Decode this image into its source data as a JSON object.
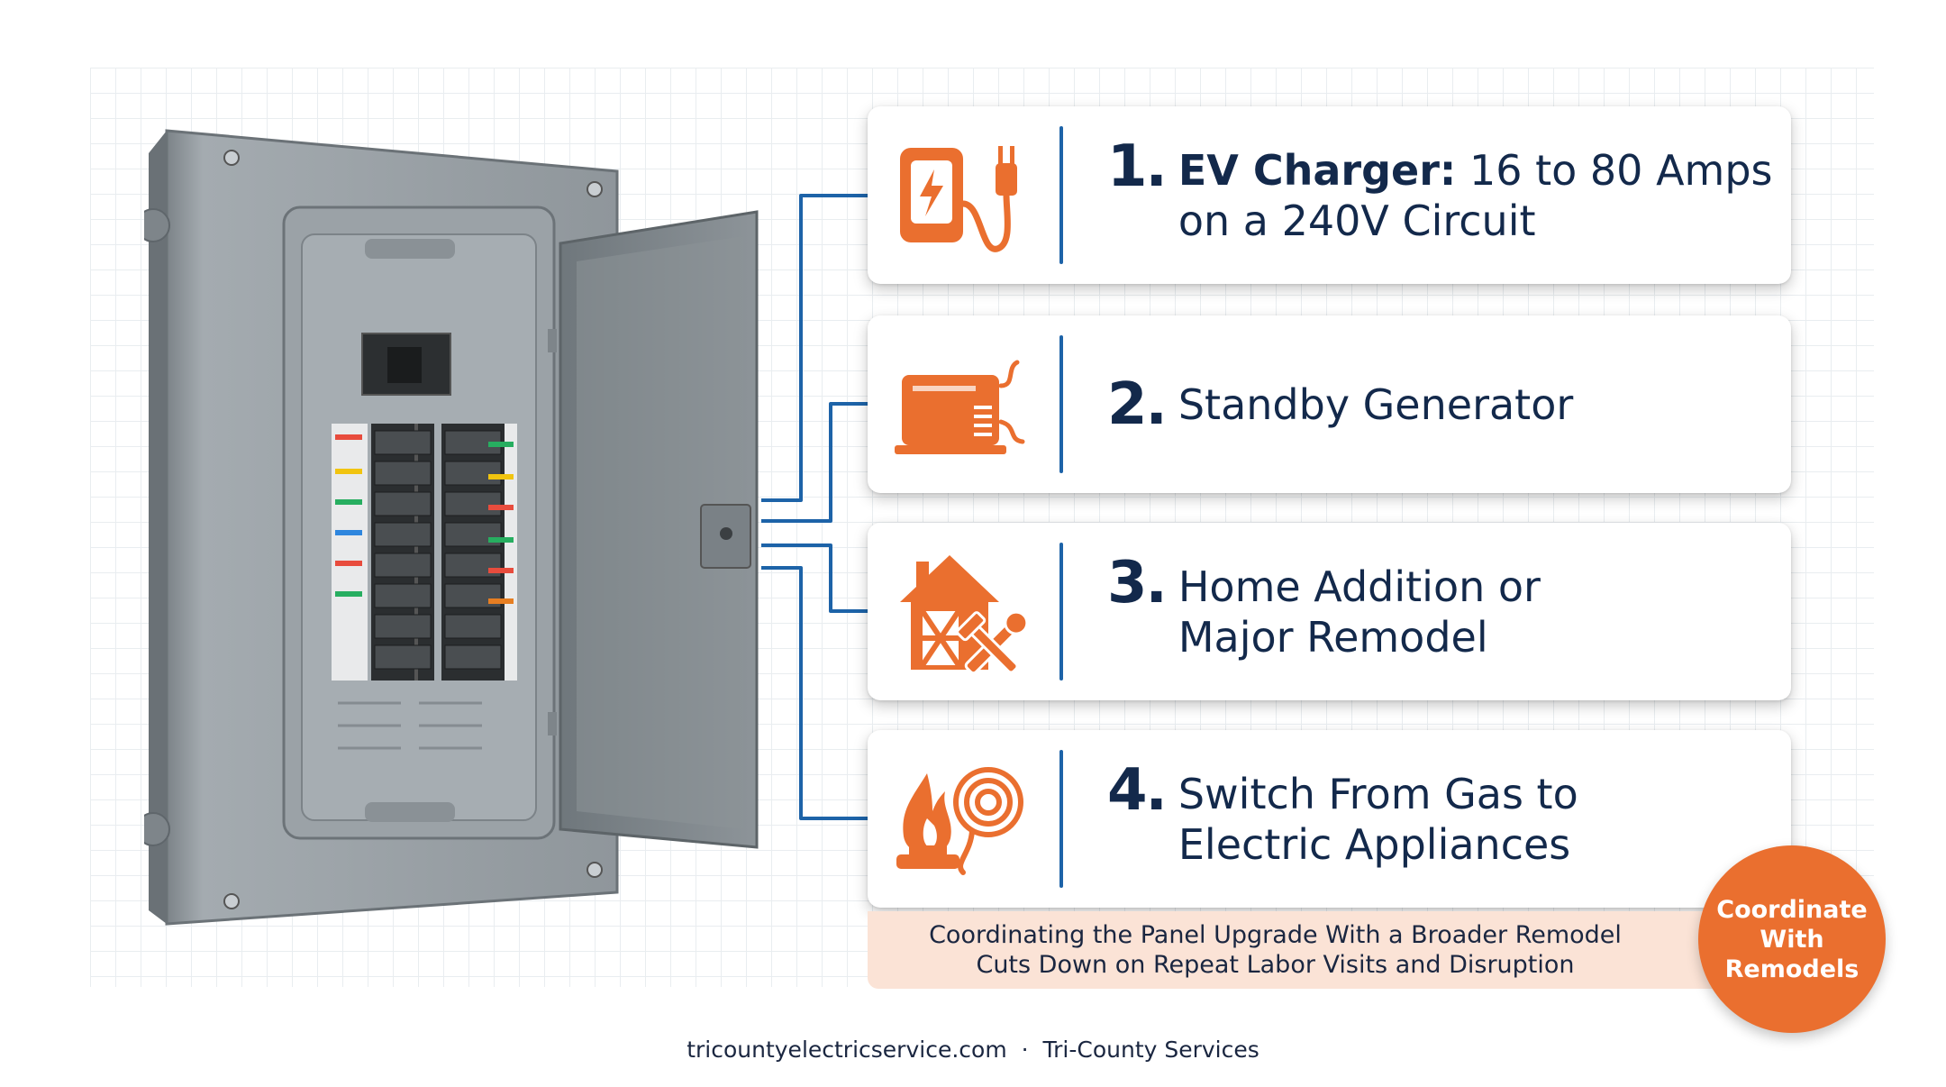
{
  "cards": [
    {
      "num": "1.",
      "label_bold": "EV Charger:",
      "label_rest": "16 to 80 Amps",
      "label_line2": "on a 240V Circuit",
      "icon": "ev-charger-icon"
    },
    {
      "num": "2.",
      "label_line1": "Standby Generator",
      "icon": "generator-icon"
    },
    {
      "num": "3.",
      "label_line1": "Home Addition or",
      "label_line2": "Major Remodel",
      "icon": "house-remodel-icon"
    },
    {
      "num": "4.",
      "label_line1": "Switch From Gas to",
      "label_line2": "Electric Appliances",
      "icon": "flame-coil-icon"
    }
  ],
  "note": {
    "line1": "Coordinating the Panel Upgrade With a Broader Remodel",
    "line2": "Cuts Down on Repeat Labor Visits and Disruption"
  },
  "badge": {
    "line1": "Coordinate",
    "line2": "With",
    "line3": "Remodels"
  },
  "footer": {
    "site": "tricountyelectricservice.com",
    "separator": "·",
    "company": "Tri-County Services"
  },
  "colors": {
    "accent": "#ea6f2f",
    "navy": "#13294b",
    "line_blue": "#1d63a8",
    "note_bg": "#fbe3d6"
  }
}
